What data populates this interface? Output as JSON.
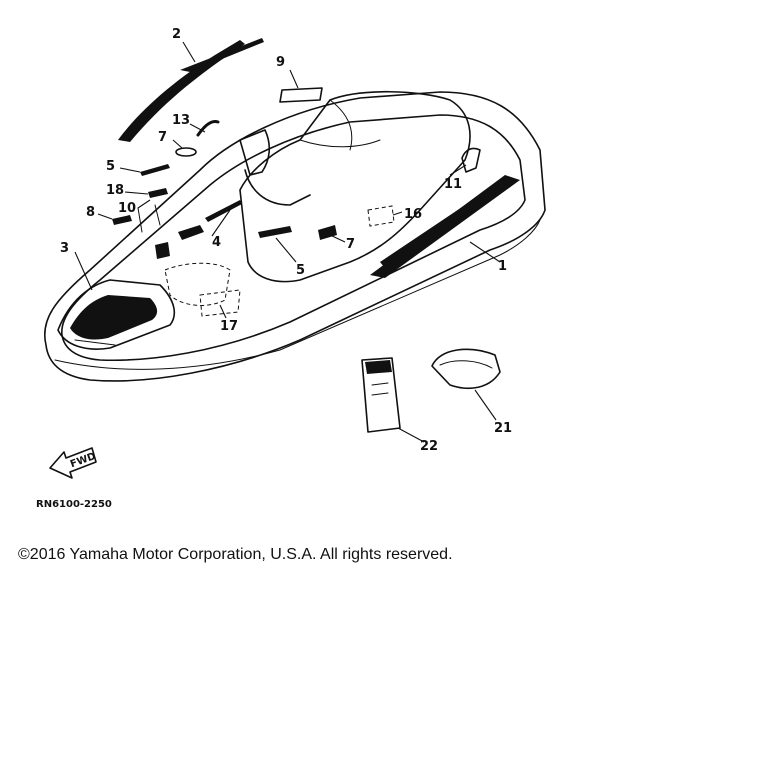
{
  "diagram": {
    "callouts": [
      "1",
      "2",
      "3",
      "4",
      "5",
      "5",
      "7",
      "7",
      "8",
      "9",
      "10",
      "11",
      "13",
      "16",
      "17",
      "18",
      "21",
      "22"
    ],
    "fwd_label": "FWD",
    "figure_code": "RN6100-2250"
  },
  "footer": {
    "copyright": "©2016 Yamaha Motor Corporation, U.S.A. All rights reserved."
  }
}
